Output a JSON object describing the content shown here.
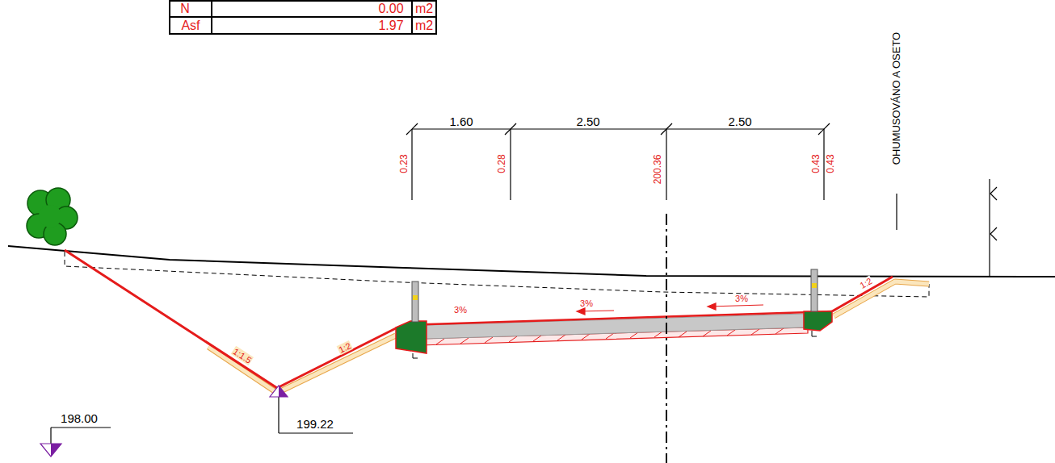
{
  "diagram": {
    "labels": [
      "N",
      "0.00",
      "m2",
      "Asf",
      "1.97",
      "m2",
      "1.60",
      "2.50",
      "2.50",
      "0.23",
      "0.28",
      "200.36",
      "0.43",
      "0.43",
      "OHUMUSOVÁNO A OSETO",
      "3%",
      "3%",
      "3%",
      "1:1.5",
      "1:2",
      "1:2",
      "198.00",
      "199.22"
    ]
  }
}
